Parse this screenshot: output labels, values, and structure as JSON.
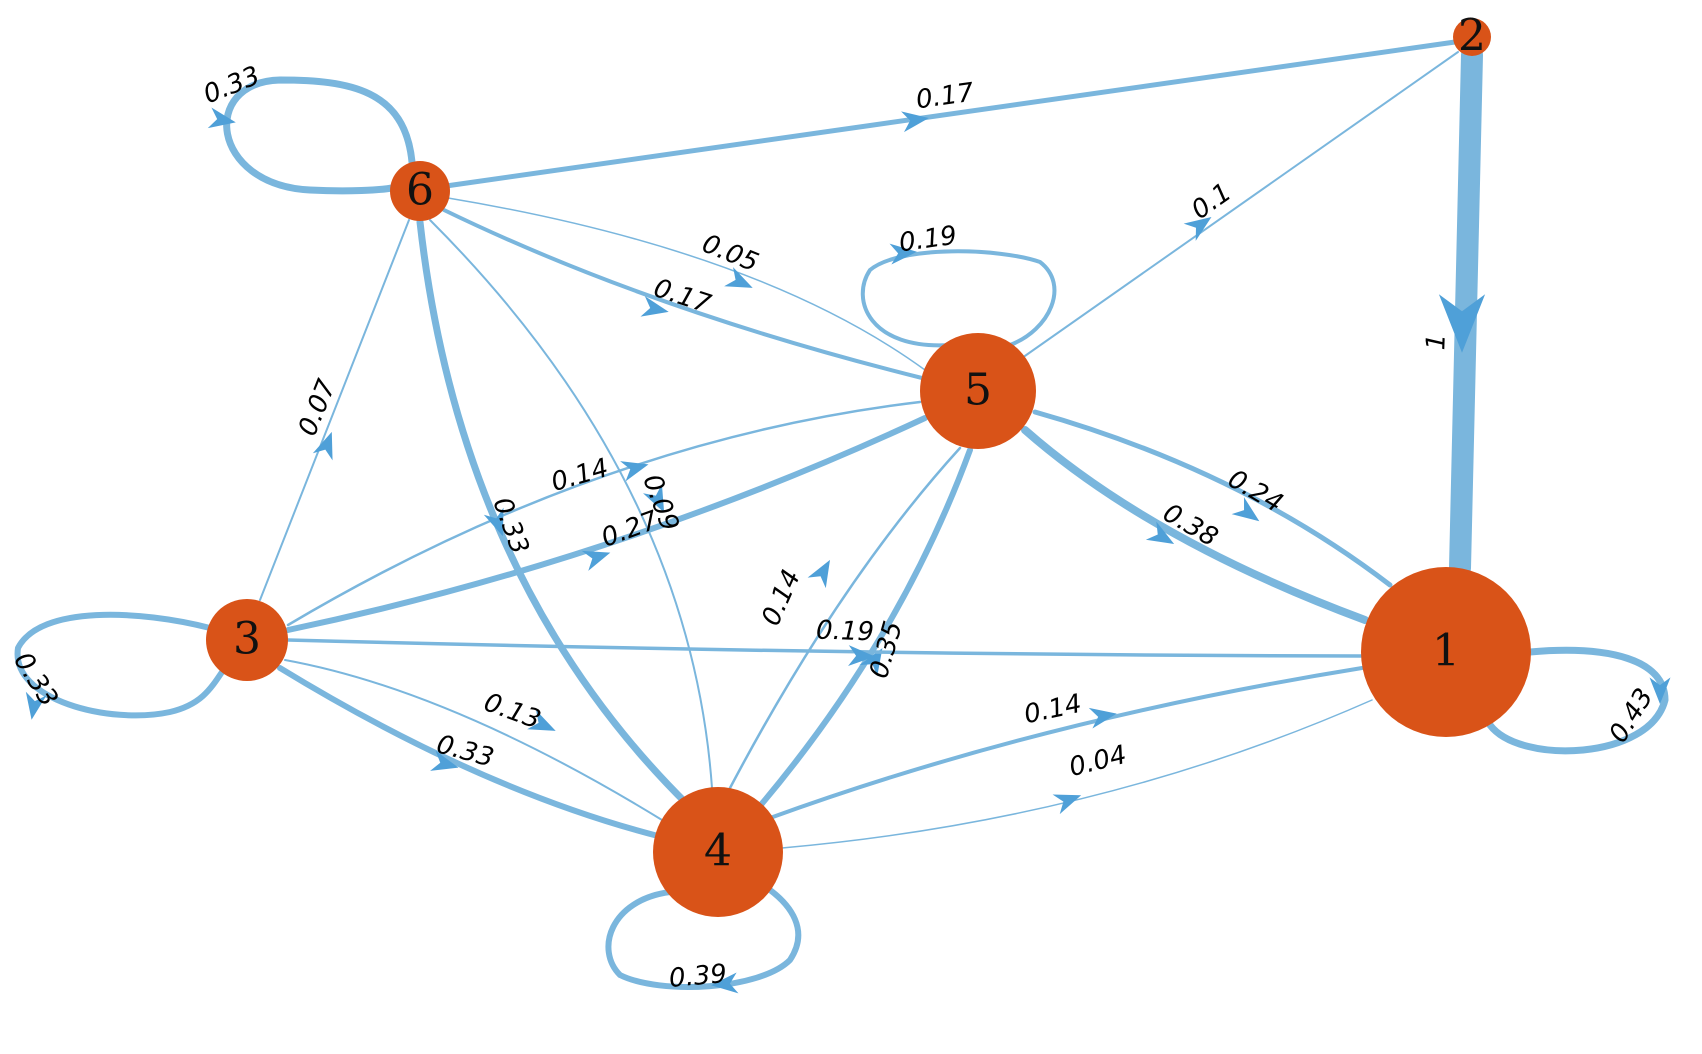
{
  "colors": {
    "node": "#d95318",
    "edge": "#7ab6dd",
    "arrow": "#4fa0d8"
  },
  "nodes": [
    {
      "id": "1",
      "label": "1"
    },
    {
      "id": "2",
      "label": "2"
    },
    {
      "id": "3",
      "label": "3"
    },
    {
      "id": "4",
      "label": "4"
    },
    {
      "id": "5",
      "label": "5"
    },
    {
      "id": "6",
      "label": "6"
    }
  ],
  "edges": [
    {
      "id": "e2-1",
      "from": "2",
      "to": "1",
      "label": "1"
    },
    {
      "id": "e6-2",
      "from": "6",
      "to": "2",
      "label": "0.17"
    },
    {
      "id": "e5-2",
      "from": "5",
      "to": "2",
      "label": "0.1"
    },
    {
      "id": "e1-5",
      "from": "1",
      "to": "5",
      "label": "0.24"
    },
    {
      "id": "e5-1",
      "from": "5",
      "to": "1",
      "label": "0.38"
    },
    {
      "id": "e6-5a",
      "from": "6",
      "to": "5",
      "label": "0.05"
    },
    {
      "id": "e6-5b",
      "from": "6",
      "to": "5",
      "label": "0.17"
    },
    {
      "id": "e3-6",
      "from": "3",
      "to": "6",
      "label": "0.07"
    },
    {
      "id": "e5-3",
      "from": "5",
      "to": "3",
      "label": "0.14"
    },
    {
      "id": "e3-5",
      "from": "3",
      "to": "5",
      "label": "0.27"
    },
    {
      "id": "e6-4a",
      "from": "6",
      "to": "4",
      "label": "0.33"
    },
    {
      "id": "e6-4b",
      "from": "6",
      "to": "4",
      "label": "0.09"
    },
    {
      "id": "e5-4",
      "from": "5",
      "to": "4",
      "label": "0.14"
    },
    {
      "id": "e4-5",
      "from": "4",
      "to": "5",
      "label": "0.35"
    },
    {
      "id": "e3-1",
      "from": "3",
      "to": "1",
      "label": "0.19"
    },
    {
      "id": "e1-4",
      "from": "1",
      "to": "4",
      "label": "0.14"
    },
    {
      "id": "e4-1",
      "from": "4",
      "to": "1",
      "label": "0.04"
    },
    {
      "id": "e4-3",
      "from": "4",
      "to": "3",
      "label": "0.13"
    },
    {
      "id": "e3-4",
      "from": "3",
      "to": "4",
      "label": "0.33"
    },
    {
      "id": "l6",
      "from": "6",
      "to": "6",
      "label": "0.33"
    },
    {
      "id": "l5",
      "from": "5",
      "to": "5",
      "label": "0.19"
    },
    {
      "id": "l3",
      "from": "3",
      "to": "3",
      "label": "0.33"
    },
    {
      "id": "l1",
      "from": "1",
      "to": "1",
      "label": "0.43"
    },
    {
      "id": "l4",
      "from": "4",
      "to": "4",
      "label": "0.39"
    }
  ]
}
